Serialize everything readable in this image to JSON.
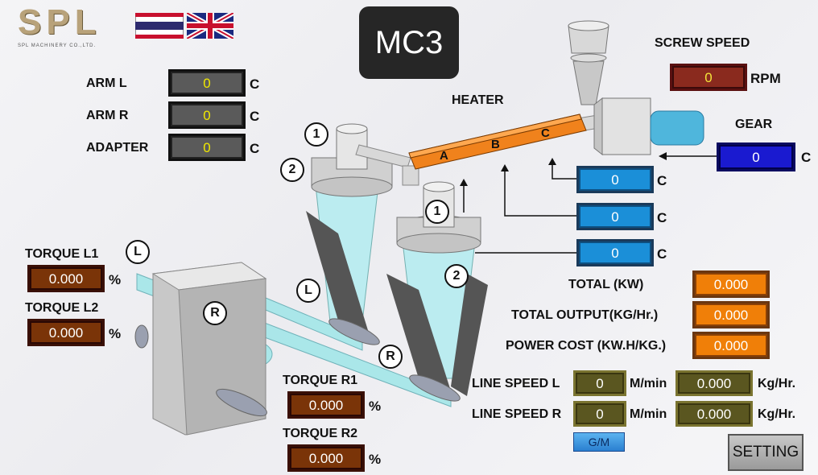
{
  "logo": {
    "text": "SPL",
    "subtitle": "SPL MACHINERY CO.,LTD."
  },
  "flags": {
    "thai": "thai-flag",
    "uk": "uk-flag"
  },
  "title": "MC3",
  "labels": {
    "arm_l": "ARM L",
    "arm_r": "ARM R",
    "adapter": "ADAPTER",
    "heater": "HEATER",
    "screw_speed": "SCREW SPEED",
    "gear": "GEAR",
    "torque_l1": "TORQUE L1",
    "torque_l2": "TORQUE L2",
    "torque_r1": "TORQUE R1",
    "torque_r2": "TORQUE R2",
    "total_kw": "TOTAL (KW)",
    "total_output": "TOTAL OUTPUT(KG/Hr.)",
    "power_cost": "POWER COST (KW.H/KG.)",
    "line_speed_l": "LINE SPEED L",
    "line_speed_r": "LINE SPEED R",
    "zone_a": "A",
    "zone_b": "B",
    "zone_c": "C"
  },
  "units": {
    "c": "C",
    "rpm": "RPM",
    "pct": "%",
    "mmin": "M/min",
    "kghr": "Kg/Hr."
  },
  "values": {
    "arm_l": "0",
    "arm_r": "0",
    "adapter": "0",
    "screw_speed": "0",
    "gear": "0",
    "heater_c": "0",
    "heater_b": "0",
    "heater_a": "0",
    "torque_l1": "0.000",
    "torque_l2": "0.000",
    "torque_r1": "0.000",
    "torque_r2": "0.000",
    "total_kw": "0.000",
    "total_output": "0.000",
    "power_cost": "0.000",
    "line_speed_l": "0",
    "line_speed_r": "0",
    "kg_l": "0.000",
    "kg_r": "0.000"
  },
  "markers": {
    "one": "1",
    "two": "2",
    "l": "L",
    "r": "R"
  },
  "buttons": {
    "gm": "G/M",
    "setting": "SETTING"
  }
}
